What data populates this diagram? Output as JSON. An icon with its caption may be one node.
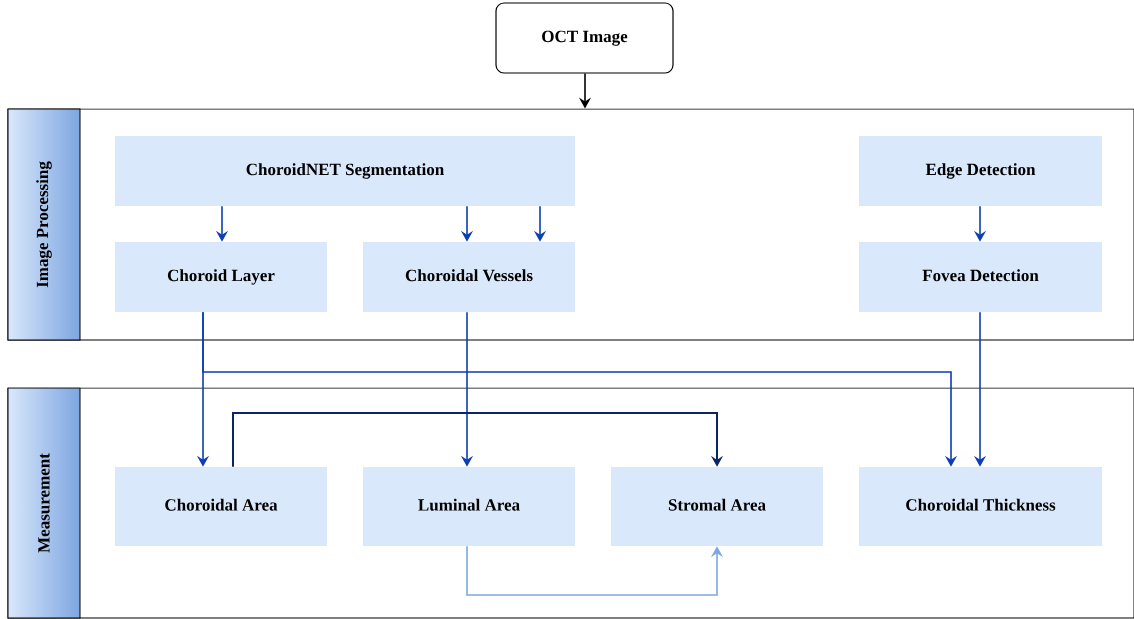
{
  "diagram": {
    "nodes": [
      {
        "text": [
          "OCT Image"
        ]
      },
      {
        "text": [
          "Image Processing"
        ]
      },
      {
        "text": [
          "ChoroidNET Segmentation"
        ],
        "in": 1
      },
      {
        "text": [
          "Edge Detection"
        ],
        "in": 1
      },
      {
        "text": [
          "Choroid Layer"
        ],
        "in": 1
      },
      {
        "text": [
          "Choroidal Vessels"
        ],
        "in": 1
      },
      {
        "text": [
          "Fovea Detection"
        ],
        "in": 1
      },
      {
        "text": [
          "Measurement"
        ]
      },
      {
        "text": [
          "Choroidal Area"
        ],
        "in": 7
      },
      {
        "text": [
          "Luminal Area"
        ],
        "in": 7
      },
      {
        "text": [
          "Stromal Area"
        ],
        "in": 7
      },
      {
        "text": [
          "Choroidal Thickness"
        ],
        "in": 7
      }
    ],
    "edges": [
      {
        "from": 0,
        "to": 1,
        "arrow": "to",
        "color": "#000000"
      },
      {
        "from": 2,
        "to": 4,
        "arrow": "to"
      },
      {
        "from": 2,
        "to": 5,
        "arrow": "to"
      },
      {
        "from": 2,
        "to": 5,
        "arrow": "to"
      },
      {
        "from": 3,
        "to": 6,
        "arrow": "to"
      },
      {
        "from": 4,
        "to": 8,
        "arrow": "to"
      },
      {
        "from": 4,
        "to": 11,
        "arrow": "to"
      },
      {
        "from": 5,
        "to": 9,
        "arrow": "to"
      },
      {
        "from": 6,
        "to": 11,
        "arrow": "to"
      },
      {
        "from": 8,
        "to": 10,
        "arrow": "to",
        "color": "#0b2466"
      },
      {
        "from": 9,
        "to": 10,
        "arrow": "to",
        "color": "#7ea6e0"
      }
    ]
  }
}
